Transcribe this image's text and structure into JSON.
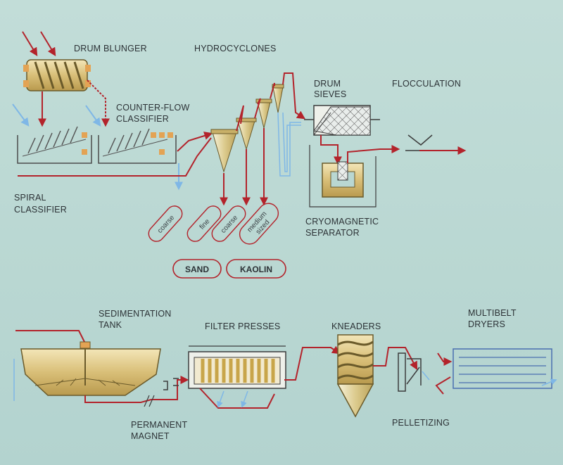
{
  "labels": {
    "drum_blunger": "DRUM BLUNGER",
    "hydrocyclones": "HYDROCYCLONES",
    "drum": "DRUM",
    "sieves": "SIEVES",
    "flocculation": "FLOCCULATION",
    "counter_flow": "COUNTER-FLOW",
    "classifier": "CLASSIFIER",
    "spiral": "SPIRAL",
    "spiral_classifier": "CLASSIFIER",
    "cryomagnetic": "CRYOMAGNETIC",
    "separator": "SEPARATOR",
    "sedimentation": "SEDIMENTATION",
    "tank": "TANK",
    "filter_presses": "FILTER PRESSES",
    "kneaders": "KNEADERS",
    "multibelt": "MULTIBELT",
    "dryers": "DRYERS",
    "permanent": "PERMANENT",
    "magnet": "MAGNET",
    "pelletizing": "PELLETIZING"
  },
  "products": {
    "coarse1": "coarse",
    "fine": "fine",
    "coarse2": "coarse",
    "medium_line1": "medium",
    "medium_line2": "sized",
    "sand": "SAND",
    "kaolin": "KAOLIN"
  },
  "colors": {
    "background": "#bcd9d4",
    "flow_line": "#b3232b",
    "water_line": "#7fb7e6",
    "equipment": "#d9bf78",
    "text": "#2c3236"
  }
}
